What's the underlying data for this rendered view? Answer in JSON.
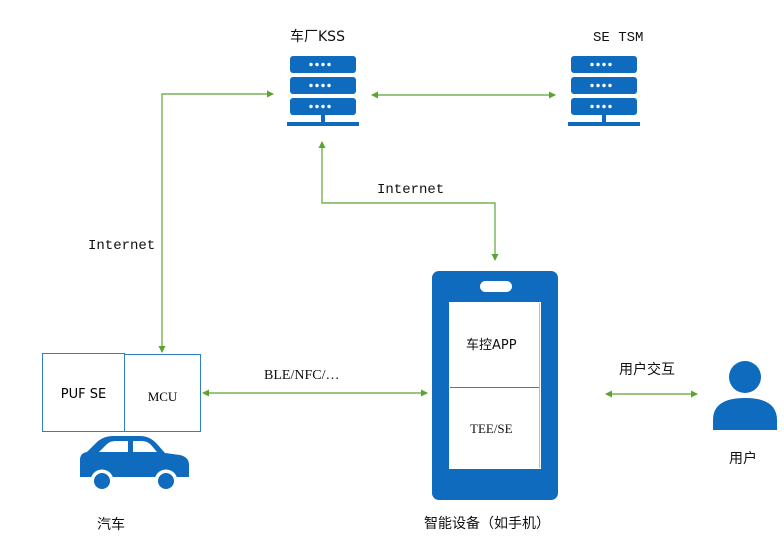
{
  "colors": {
    "primary": "#0e6bbd",
    "arrow": "#5aa531",
    "box_border": "#2f7fc1"
  },
  "nodes": {
    "kss_server": {
      "label": "车厂KSS",
      "icon": "server-icon"
    },
    "tsm_server": {
      "label": "SE TSM",
      "icon": "server-icon"
    },
    "car": {
      "label": "汽车",
      "icon": "car-icon",
      "modules": [
        "PUF SE",
        "MCU"
      ]
    },
    "phone": {
      "label": "智能设备（如手机）",
      "icon": "phone-icon",
      "modules": [
        "车控APP",
        "TEE/SE"
      ]
    },
    "user": {
      "label": "用户",
      "icon": "user-icon"
    }
  },
  "edges": {
    "kss_tsm": {
      "label": ""
    },
    "kss_car": {
      "label": "Internet"
    },
    "kss_phone": {
      "label": "Internet"
    },
    "car_phone": {
      "label": "BLE/NFC/…"
    },
    "phone_user": {
      "label": "用户交互"
    }
  }
}
